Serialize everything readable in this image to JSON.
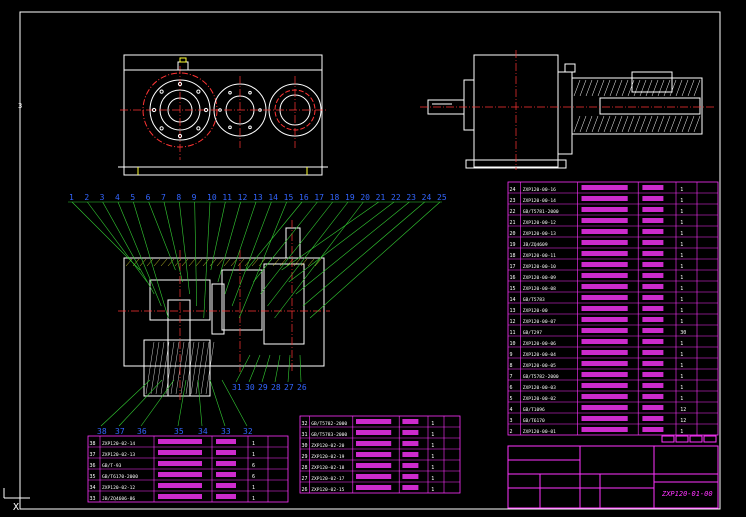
{
  "drawing": {
    "side_number": "3",
    "balloons_top": [
      "1",
      "2",
      "3",
      "4",
      "5",
      "6",
      "7",
      "8",
      "9",
      "10",
      "11",
      "12",
      "13",
      "14",
      "15",
      "16",
      "17",
      "18",
      "19",
      "20",
      "21",
      "22",
      "23",
      "24",
      "25"
    ],
    "balloons_bottom_right": [
      "31",
      "30",
      "29",
      "28",
      "27",
      "26"
    ],
    "balloons_bottom_left": [
      "38",
      "37",
      "36",
      "35",
      "34",
      "33",
      "32"
    ]
  },
  "parts_right": [
    {
      "no": "24",
      "code": "ZXP120-00-16",
      "qty": "1"
    },
    {
      "no": "23",
      "code": "ZXP120-00-14",
      "qty": "1"
    },
    {
      "no": "22",
      "code": "GB/T5781-2000",
      "qty": "1"
    },
    {
      "no": "21",
      "code": "ZXP120-00-12",
      "qty": "1"
    },
    {
      "no": "20",
      "code": "ZXP120-00-13",
      "qty": "1"
    },
    {
      "no": "19",
      "code": "JB/ZQ4609",
      "qty": "1"
    },
    {
      "no": "18",
      "code": "ZXP120-00-11",
      "qty": "1"
    },
    {
      "no": "17",
      "code": "ZXP120-00-10",
      "qty": "1"
    },
    {
      "no": "16",
      "code": "ZXP120-00-09",
      "qty": "1"
    },
    {
      "no": "15",
      "code": "ZXP120-00-08",
      "qty": "1"
    },
    {
      "no": "14",
      "code": "GB/T5783",
      "qty": "1"
    },
    {
      "no": "13",
      "code": "ZXP120-00",
      "qty": "1"
    },
    {
      "no": "12",
      "code": "ZXP120-00-07",
      "qty": "1"
    },
    {
      "no": "11",
      "code": "GB/T297",
      "qty": "30"
    },
    {
      "no": "10",
      "code": "ZXP120-00-06",
      "qty": "1"
    },
    {
      "no": "9",
      "code": "ZXP120-00-04",
      "qty": "1"
    },
    {
      "no": "8",
      "code": "ZXP120-00-05",
      "qty": "1"
    },
    {
      "no": "7",
      "code": "GB/T5782-2000",
      "qty": "1"
    },
    {
      "no": "6",
      "code": "ZXP120-00-03",
      "qty": "1"
    },
    {
      "no": "5",
      "code": "ZXP120-00-02",
      "qty": "1"
    },
    {
      "no": "4",
      "code": "GB/T1096",
      "qty": "12"
    },
    {
      "no": "3",
      "code": "GB/T6170",
      "qty": "12"
    },
    {
      "no": "2",
      "code": "ZXP120-00-01",
      "qty": "1"
    }
  ],
  "parts_mid": [
    {
      "no": "32",
      "code": "GB/T5782-2000",
      "qty": "1"
    },
    {
      "no": "31",
      "code": "GB/T5783-2000",
      "qty": "1"
    },
    {
      "no": "30",
      "code": "ZXP120-02-20",
      "qty": "1"
    },
    {
      "no": "29",
      "code": "ZXP120-02-19",
      "qty": "1"
    },
    {
      "no": "28",
      "code": "ZXP120-02-18",
      "qty": "1"
    },
    {
      "no": "27",
      "code": "ZXP120-02-17",
      "qty": "1"
    },
    {
      "no": "26",
      "code": "ZXP120-02-15",
      "qty": "1"
    }
  ],
  "parts_left": [
    {
      "no": "38",
      "code": "ZXP120-02-14",
      "qty": "1"
    },
    {
      "no": "37",
      "code": "ZXP120-02-13",
      "qty": "1"
    },
    {
      "no": "36",
      "code": "GB/T-93",
      "qty": "6"
    },
    {
      "no": "35",
      "code": "GB/T6170-2000",
      "qty": "6"
    },
    {
      "no": "34",
      "code": "ZXP120-02-12",
      "qty": "1"
    },
    {
      "no": "33",
      "code": "JB/ZQ4606-86",
      "qty": "1"
    }
  ],
  "title_block": {
    "drawing_no": "ZXP120-01-00"
  },
  "colors": {
    "background": "#000000",
    "outline": "#ffffff",
    "table": "#ff33ff",
    "leader": "#33cc33",
    "balloon": "#3366ff",
    "centerline": "#ff3333",
    "hidden": "#ffff33"
  }
}
